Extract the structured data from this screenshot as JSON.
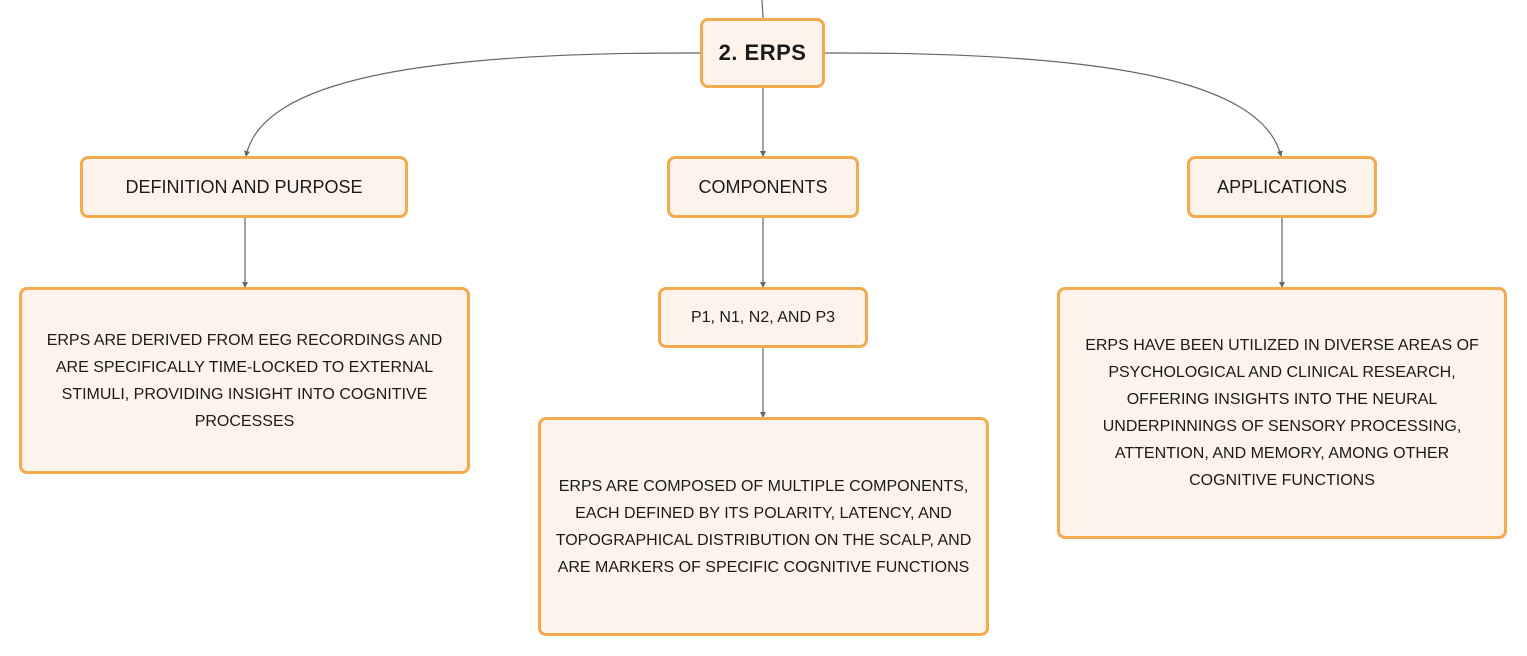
{
  "colors": {
    "node_fill": "#fdf3ea",
    "node_border": "#f2ab4f",
    "connector": "#666666"
  },
  "root": {
    "label": "2. ERPS"
  },
  "branches": [
    {
      "label": "DEFINITION AND PURPOSE",
      "detail": "ERPS ARE DERIVED FROM EEG RECORDINGS AND ARE SPECIFICALLY TIME-LOCKED TO EXTERNAL STIMULI, PROVIDING INSIGHT INTO COGNITIVE PROCESSES"
    },
    {
      "label": "COMPONENTS",
      "sub": "P1, N1, N2, AND P3",
      "detail": "ERPS ARE COMPOSED OF MULTIPLE COMPONENTS, EACH DEFINED BY ITS POLARITY, LATENCY, AND TOPOGRAPHICAL DISTRIBUTION ON THE SCALP, AND ARE MARKERS OF SPECIFIC COGNITIVE FUNCTIONS"
    },
    {
      "label": "APPLICATIONS",
      "detail": "ERPS HAVE BEEN UTILIZED IN DIVERSE AREAS OF PSYCHOLOGICAL AND CLINICAL RESEARCH, OFFERING INSIGHTS INTO THE NEURAL UNDERPINNINGS OF SENSORY PROCESSING, ATTENTION, AND MEMORY, AMONG OTHER COGNITIVE FUNCTIONS"
    }
  ]
}
